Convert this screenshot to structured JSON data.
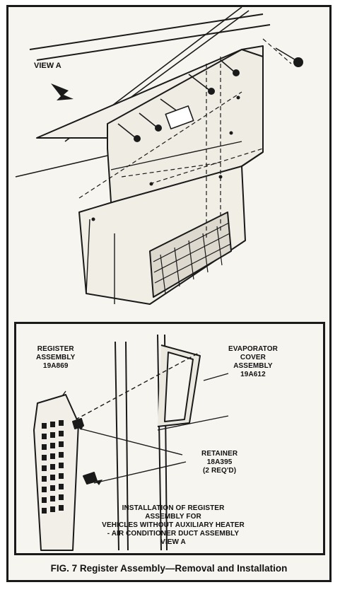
{
  "main_view": {
    "view_label": "VIEW A"
  },
  "inset": {
    "register_label": [
      "REGISTER",
      "ASSEMBLY",
      "19A869"
    ],
    "evaporator_label": [
      "EVAPORATOR",
      "COVER",
      "ASSEMBLY",
      "19A612"
    ],
    "retainer_label": [
      "RETAINER",
      "18A395",
      "(2 REQ'D)"
    ],
    "installation_note": [
      "INSTALLATION OF REGISTER",
      "ASSEMBLY FOR",
      "VEHICLES WITHOUT AUXILIARY HEATER",
      "- AIR CONDITIONER DUCT ASSEMBLY",
      "VIEW A"
    ]
  },
  "caption": "FIG. 7 Register Assembly—Removal and Installation",
  "colors": {
    "ink": "#1a1a1a",
    "paper": "#f7f5f0"
  }
}
